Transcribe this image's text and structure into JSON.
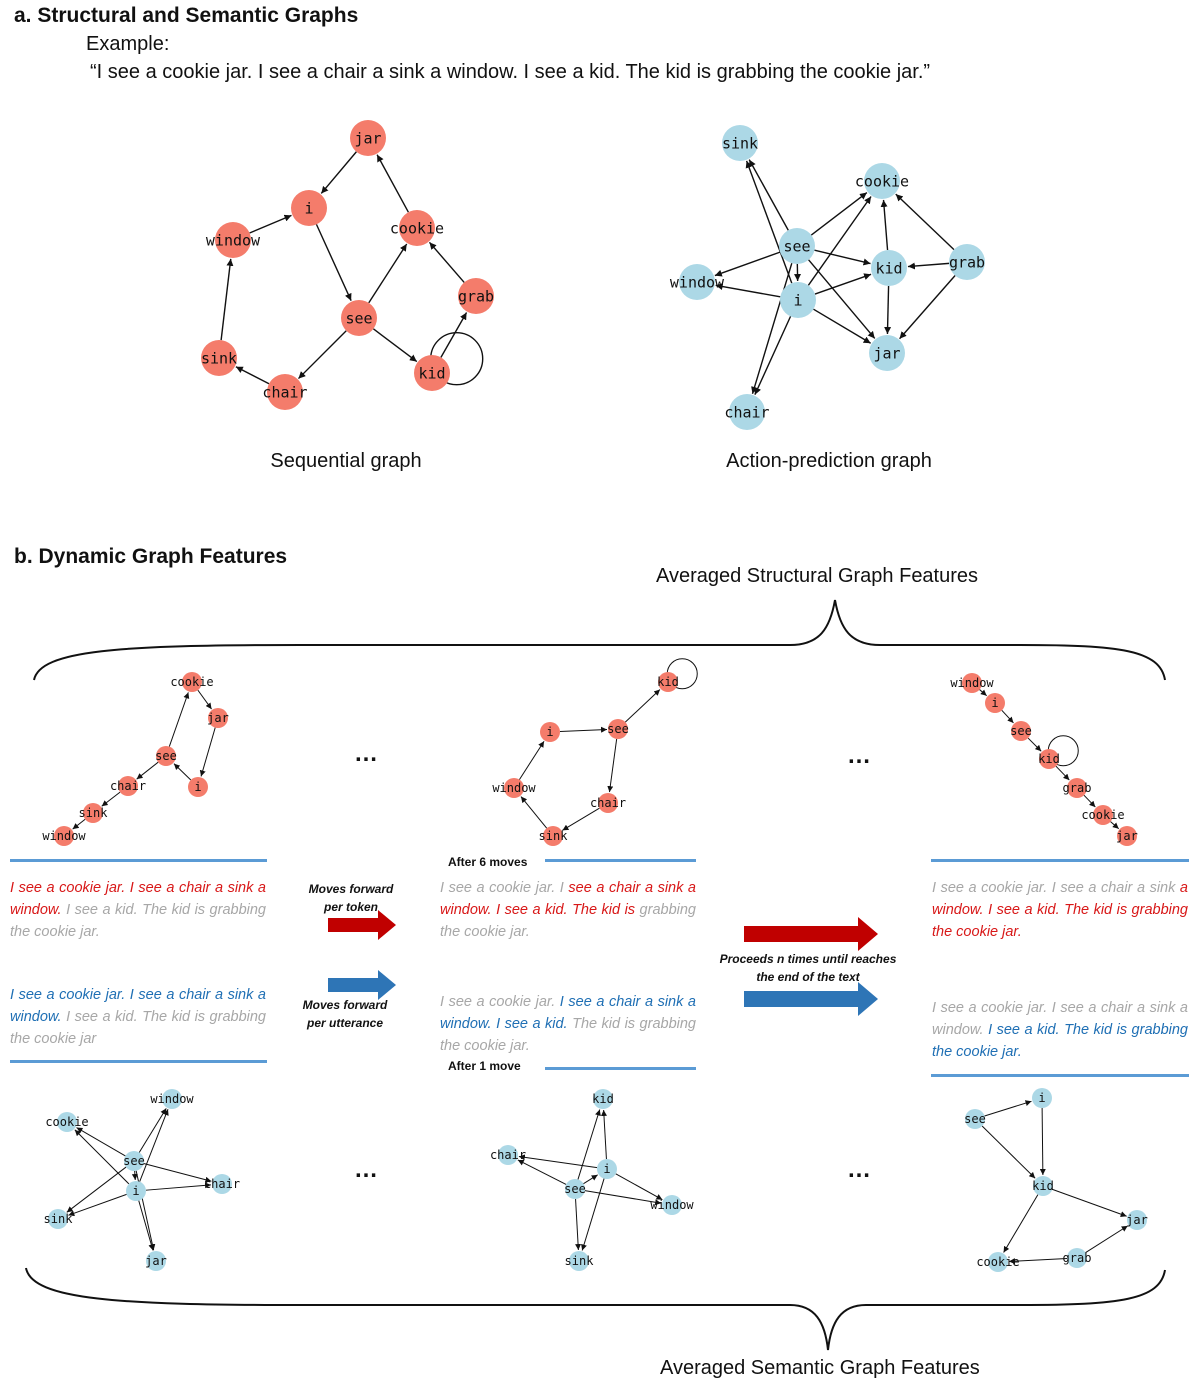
{
  "section_a": {
    "title": "a. Structural and Semantic Graphs",
    "example_label": "Example:",
    "example_text": "“I see a cookie jar. I see a chair a sink a window. I see a kid. The kid is grabbing the cookie jar.”",
    "caption_left": "Sequential graph",
    "caption_right": "Action-prediction graph"
  },
  "section_b": {
    "title": "b. Dynamic Graph Features",
    "top_label": "Averaged Structural Graph Features",
    "bottom_label": "Averaged Semantic Graph Features",
    "dots": "…",
    "after_moves_top": "After 6 moves",
    "after_moves_bottom": "After 1 move",
    "arrow_token_label_1": "Moves forward",
    "arrow_token_label_2": "per token",
    "arrow_utt_label_1": "Moves forward",
    "arrow_utt_label_2": "per utterance",
    "arrow_proceed_label_1": "Proceeds n times until reaches",
    "arrow_proceed_label_2": "the end of the text",
    "text_col1_red": "I see a cookie jar. I see a chair a sink a window.",
    "text_col1_red_gray": " I see a kid. The kid is grabbing the cookie jar.",
    "text_col1_blue": "I see a cookie jar. I see a chair a sink a window.",
    "text_col1_blue_gray": " I see a kid. The kid is grabbing the cookie jar",
    "text_col2_red_gray1": "I see a cookie jar. I ",
    "text_col2_red": "see a chair a sink a window. I see a kid. The kid is",
    "text_col2_red_gray2": " grabbing the cookie jar.",
    "text_col2_blue_gray1": "I see a cookie jar. ",
    "text_col2_blue": "I see a chair a sink a window. I see a kid.",
    "text_col2_blue_gray2": " The kid is grabbing the cookie jar.",
    "text_col3_red_gray": "I see a cookie jar. I see a chair a sink ",
    "text_col3_red": "a window. I see a kid. The kid is grabbing the cookie jar.",
    "text_col3_blue_gray": "I see a cookie jar. I see a chair a sink a window. ",
    "text_col3_blue": "I see a kid. The kid is grabbing the cookie jar."
  },
  "colors": {
    "structural_node": "#f47c6b",
    "semantic_node": "#acd8e6",
    "arrow_red": "#c00000",
    "arrow_blue": "#2e75b6",
    "rule": "#5b9bd5"
  },
  "graphs": {
    "seq_main": {
      "nodes": [
        "jar",
        "i",
        "window",
        "cookie",
        "see",
        "grab",
        "sink",
        "kid",
        "chair"
      ],
      "edges": [
        [
          "jar",
          "i"
        ],
        [
          "i",
          "see"
        ],
        [
          "window",
          "i"
        ],
        [
          "sink",
          "window"
        ],
        [
          "chair",
          "sink"
        ],
        [
          "see",
          "chair"
        ],
        [
          "see",
          "kid"
        ],
        [
          "see",
          "cookie"
        ],
        [
          "cookie",
          "jar"
        ],
        [
          "kid",
          "grab"
        ],
        [
          "grab",
          "cookie"
        ],
        [
          "kid",
          "kid"
        ]
      ]
    },
    "act_main": {
      "nodes": [
        "sink",
        "cookie",
        "see",
        "kid",
        "grab",
        "window",
        "i",
        "jar",
        "chair"
      ],
      "edges": [
        [
          "see",
          "sink"
        ],
        [
          "i",
          "sink"
        ],
        [
          "see",
          "cookie"
        ],
        [
          "i",
          "cookie"
        ],
        [
          "kid",
          "cookie"
        ],
        [
          "grab",
          "cookie"
        ],
        [
          "see",
          "kid"
        ],
        [
          "i",
          "kid"
        ],
        [
          "grab",
          "kid"
        ],
        [
          "see",
          "window"
        ],
        [
          "i",
          "window"
        ],
        [
          "see",
          "i"
        ],
        [
          "see",
          "jar"
        ],
        [
          "i",
          "jar"
        ],
        [
          "kid",
          "jar"
        ],
        [
          "grab",
          "jar"
        ],
        [
          "see",
          "chair"
        ],
        [
          "i",
          "chair"
        ]
      ]
    },
    "s1": {
      "nodes": [
        "cookie",
        "jar",
        "see",
        "chair",
        "i",
        "sink",
        "window"
      ],
      "edges": [
        [
          "see",
          "cookie"
        ],
        [
          "cookie",
          "jar"
        ],
        [
          "jar",
          "i"
        ],
        [
          "i",
          "see"
        ],
        [
          "see",
          "chair"
        ],
        [
          "chair",
          "sink"
        ],
        [
          "sink",
          "window"
        ]
      ]
    },
    "s2": {
      "nodes": [
        "kid",
        "i",
        "see",
        "window",
        "chair",
        "sink"
      ],
      "edges": [
        [
          "i",
          "see"
        ],
        [
          "see",
          "kid"
        ],
        [
          "kid",
          "kid"
        ],
        [
          "window",
          "i"
        ],
        [
          "sink",
          "window"
        ],
        [
          "chair",
          "sink"
        ],
        [
          "see",
          "chair"
        ]
      ]
    },
    "s3": {
      "nodes": [
        "window",
        "i",
        "see",
        "kid",
        "grab",
        "cookie",
        "jar"
      ],
      "edges": [
        [
          "window",
          "i"
        ],
        [
          "i",
          "see"
        ],
        [
          "see",
          "kid"
        ],
        [
          "kid",
          "kid"
        ],
        [
          "kid",
          "grab"
        ],
        [
          "grab",
          "cookie"
        ],
        [
          "cookie",
          "jar"
        ]
      ]
    },
    "e1": {
      "nodes": [
        "window",
        "cookie",
        "see",
        "chair",
        "i",
        "sink",
        "jar"
      ],
      "edges": [
        [
          "see",
          "window"
        ],
        [
          "i",
          "window"
        ],
        [
          "see",
          "cookie"
        ],
        [
          "i",
          "cookie"
        ],
        [
          "see",
          "chair"
        ],
        [
          "i",
          "chair"
        ],
        [
          "see",
          "sink"
        ],
        [
          "i",
          "sink"
        ],
        [
          "see",
          "jar"
        ],
        [
          "i",
          "jar"
        ],
        [
          "see",
          "i"
        ]
      ]
    },
    "e2": {
      "nodes": [
        "kid",
        "chair",
        "i",
        "see",
        "window",
        "sink"
      ],
      "edges": [
        [
          "see",
          "kid"
        ],
        [
          "i",
          "kid"
        ],
        [
          "see",
          "chair"
        ],
        [
          "i",
          "chair"
        ],
        [
          "see",
          "window"
        ],
        [
          "i",
          "window"
        ],
        [
          "see",
          "sink"
        ],
        [
          "i",
          "sink"
        ],
        [
          "see",
          "i"
        ]
      ]
    },
    "e3": {
      "nodes": [
        "i",
        "see",
        "kid",
        "jar",
        "cookie",
        "grab"
      ],
      "edges": [
        [
          "see",
          "i"
        ],
        [
          "see",
          "kid"
        ],
        [
          "i",
          "kid"
        ],
        [
          "kid",
          "jar"
        ],
        [
          "kid",
          "cookie"
        ],
        [
          "grab",
          "cookie"
        ],
        [
          "grab",
          "jar"
        ]
      ]
    }
  }
}
